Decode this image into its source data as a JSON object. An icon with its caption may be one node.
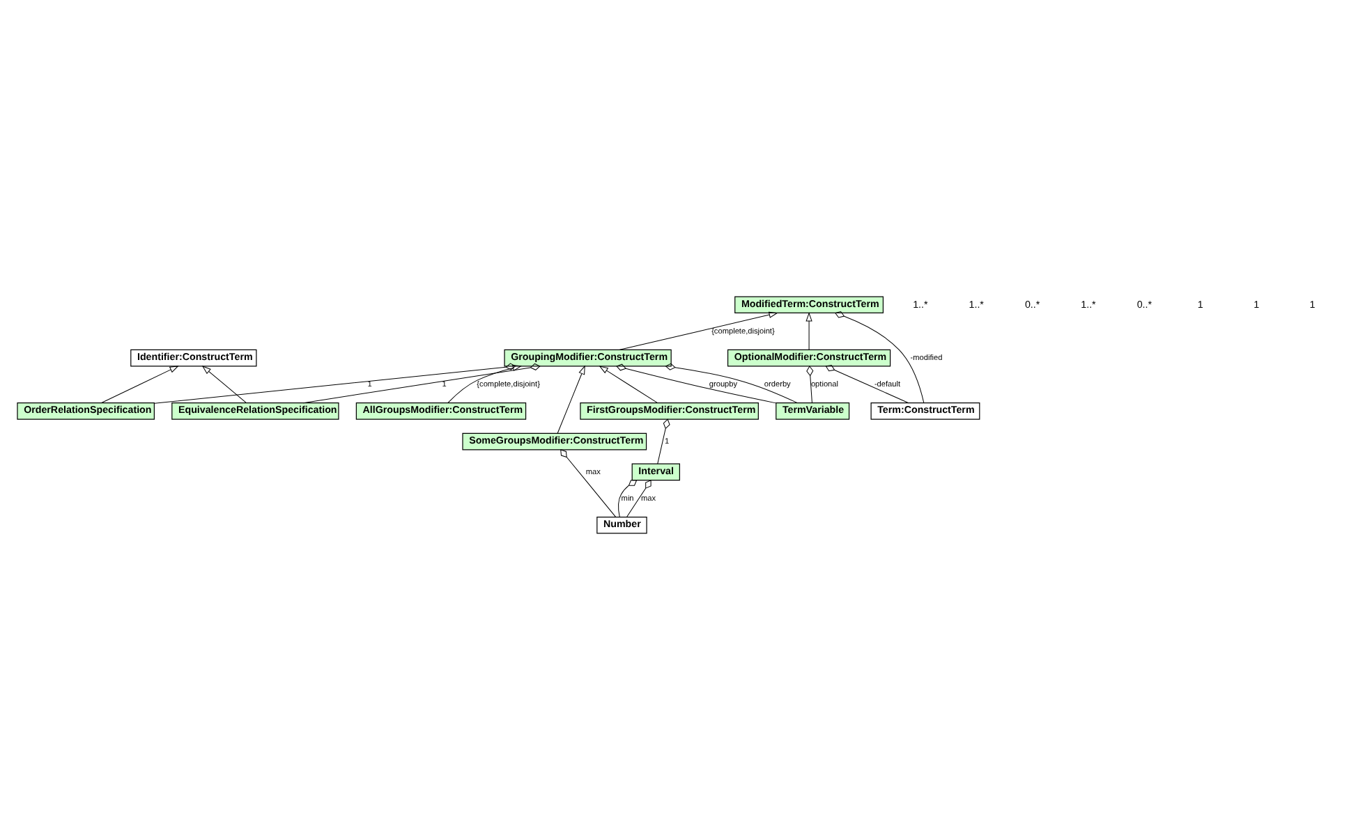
{
  "diagram": {
    "nodes": [
      {
        "text": [
          "TermVariable"
        ]
      },
      {
        "text": [
          "ModifiedTerm:ConstructTerm"
        ]
      },
      {
        "text": [
          "Term:ConstructTerm"
        ]
      },
      {
        "text": [
          "GroupingModifier:ConstructTerm"
        ]
      },
      {
        "text": [
          "OptionalModifier:ConstructTerm"
        ]
      },
      {
        "text": [
          "OrderRelationSpecification"
        ]
      },
      {
        "text": [
          "EquivalenceRelationSpecification"
        ]
      },
      {
        "text": [
          "AllGroupsModifier:ConstructTerm"
        ]
      },
      {
        "text": [
          "SomeGroupsModifier:ConstructTerm"
        ]
      },
      {
        "text": [
          "Identifier:ConstructTerm"
        ]
      },
      {
        "text": [
          "FirstGroupsModifier:ConstructTerm"
        ]
      },
      {
        "text": [
          "Number"
        ]
      },
      {
        "text": [
          "Interval"
        ]
      }
    ],
    "edges": [
      {
        "from": 0,
        "to": 4,
        "arrow": "other",
        "label": "optional"
      },
      {
        "from": 0,
        "to": 3,
        "arrow": "other",
        "label": "groupby"
      },
      {
        "from": 0,
        "to": 3,
        "arrow": "other",
        "label": "orderby"
      },
      {
        "from": 2,
        "to": 1,
        "arrow": "other",
        "label": "-modified"
      },
      {
        "from": 2,
        "to": 4,
        "arrow": "other",
        "label": "-default"
      },
      {
        "from": 3,
        "to": 1,
        "arrow": "to",
        "label": "{complete,disjoint}"
      },
      {
        "from": 4,
        "to": 1,
        "arrow": "to"
      },
      {
        "from": 5,
        "to": 3,
        "arrow": "other",
        "label": "1"
      },
      {
        "from": 6,
        "to": 3,
        "arrow": "other",
        "label": "1"
      },
      {
        "from": 5,
        "to": 9,
        "arrow": "to"
      },
      {
        "from": 6,
        "to": 9,
        "arrow": "to"
      },
      {
        "from": 7,
        "to": 3,
        "arrow": "to",
        "label": "{complete,disjoint}"
      },
      {
        "from": 8,
        "to": 3,
        "arrow": "to"
      },
      {
        "from": 10,
        "to": 3,
        "arrow": "to"
      },
      {
        "from": 11,
        "to": 8,
        "arrow": "other",
        "label": "max"
      },
      {
        "from": 11,
        "to": 12,
        "arrow": "other",
        "label": "min"
      },
      {
        "from": 11,
        "to": 12,
        "arrow": "other",
        "label": "max"
      },
      {
        "from": 12,
        "to": 10,
        "arrow": "other",
        "label": "1"
      }
    ],
    "labels": [
      "1..*",
      "1..*",
      "0..*",
      "1..*",
      "0..*",
      "1",
      "1",
      "1"
    ]
  }
}
